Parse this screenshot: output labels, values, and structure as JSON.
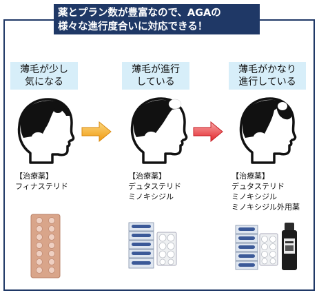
{
  "banner": {
    "line1": "薬とプラン数が豊富なので、AGAの",
    "line2": "様々な進行度合いに対応できる！"
  },
  "stages": [
    {
      "label_line1": "薄毛が少し",
      "label_line2": "気になる",
      "treatment_header": "【治療薬】",
      "medicines": [
        "フィナステリド"
      ]
    },
    {
      "label_line1": "薄毛が進行",
      "label_line2": "している",
      "treatment_header": "【治療薬】",
      "medicines": [
        "デュタステリド",
        "ミノキシジル"
      ]
    },
    {
      "label_line1": "薄毛がかなり",
      "label_line2": "進行している",
      "treatment_header": "【治療薬】",
      "medicines": [
        "デュタステリド",
        "ミノキシジル",
        "ミノキシジル外用薬"
      ]
    }
  ],
  "colors": {
    "banner_bg": "#1f3866",
    "label_bg": "#d7eef9",
    "arrow_orange": "#f3a21b",
    "arrow_red": "#e8373c"
  },
  "icons": [
    "head-mild-thinning-icon",
    "head-moderate-thinning-icon",
    "head-severe-thinning-icon",
    "arrow-right-icon"
  ]
}
